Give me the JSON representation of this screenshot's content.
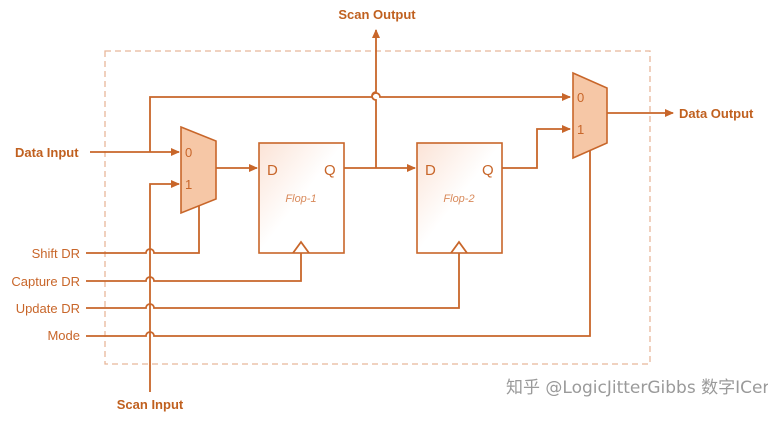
{
  "diagram": {
    "labels": {
      "scan_output": "Scan Output",
      "data_input": "Data Input",
      "data_output": "Data Output",
      "scan_input": "Scan Input",
      "shift_dr": "Shift DR",
      "capture_dr": "Capture DR",
      "update_dr": "Update DR",
      "mode": "Mode"
    },
    "mux1": {
      "in0": "0",
      "in1": "1"
    },
    "mux2": {
      "in0": "0",
      "in1": "1"
    },
    "flop1": {
      "d": "D",
      "q": "Q",
      "name": "Flop-1"
    },
    "flop2": {
      "d": "D",
      "q": "Q",
      "name": "Flop-2"
    },
    "colors": {
      "wire": "#c8662a",
      "mux_fill": "#f6c7a6",
      "dashed_border": "#e8b69a"
    }
  },
  "watermark": "知乎 @LogicJitterGibbs 数字ICer"
}
